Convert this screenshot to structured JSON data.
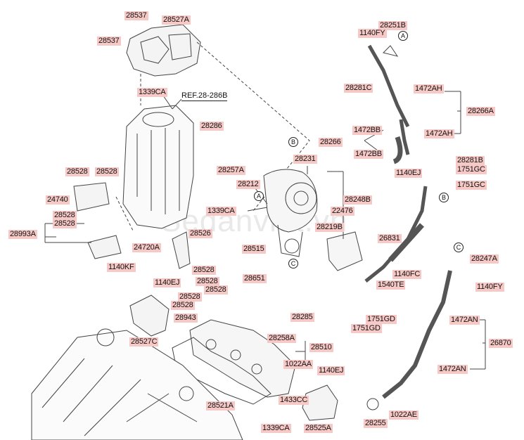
{
  "watermark": "Sedanviet.vn",
  "ref_text": "REF.28-286B",
  "markers": [
    "A",
    "B",
    "C"
  ],
  "labels": {
    "l_28537_top": "28537",
    "l_28527A": "28527A",
    "l_28537_left": "28537",
    "l_1339CA_top": "1339CA",
    "l_28286": "28286",
    "l_28257A": "28257A",
    "l_28231": "28231",
    "l_28212": "28212",
    "l_28248B": "28248B",
    "l_22476": "22476",
    "l_28219B": "28219B",
    "l_1339CA_mid": "1339CA",
    "l_28515": "28515",
    "l_28528_a": "28528",
    "l_28528_b": "28528",
    "l_24740": "24740",
    "l_28528_c": "28528",
    "l_28528_d": "28528",
    "l_28993A": "28993A",
    "l_1140KF": "1140KF",
    "l_24720A": "24720A",
    "l_28526": "28526",
    "l_28528_e": "28528",
    "l_1140EJ_left": "1140EJ",
    "l_28528_f": "28528",
    "l_28528_g": "28528",
    "l_28651": "28651",
    "l_28528_h": "28528",
    "l_28528_i": "28528",
    "l_28943": "28943",
    "l_28285": "28285",
    "l_28527C": "28527C",
    "l_28258A": "28258A",
    "l_28510": "28510",
    "l_1022AA": "1022AA",
    "l_1140EJ_bot": "1140EJ",
    "l_28521A": "28521A",
    "l_1433CC": "1433CC",
    "l_1339CA_bot": "1339CA",
    "l_28525A": "28525A",
    "l_28251B": "28251B",
    "l_1140FY_top": "1140FY",
    "l_28281C": "28281C",
    "l_1472AH_a": "1472AH",
    "l_28266A": "28266A",
    "l_1472BB_a": "1472BB",
    "l_28266": "28266",
    "l_1472AH_b": "1472AH",
    "l_1472BB_b": "1472BB",
    "l_28281B": "28281B",
    "l_1140EJ_right": "1140EJ",
    "l_1751GC_a": "1751GC",
    "l_1751GC_b": "1751GC",
    "l_26831": "26831",
    "l_1140FC": "1140FC",
    "l_1540TE": "1540TE",
    "l_1751GD_a": "1751GD",
    "l_1751GD_b": "1751GD",
    "l_28247A": "28247A",
    "l_1140FY_bot": "1140FY",
    "l_1472AN_a": "1472AN",
    "l_26870": "26870",
    "l_1472AN_b": "1472AN",
    "l_28255": "28255",
    "l_1022AE": "1022AE"
  }
}
